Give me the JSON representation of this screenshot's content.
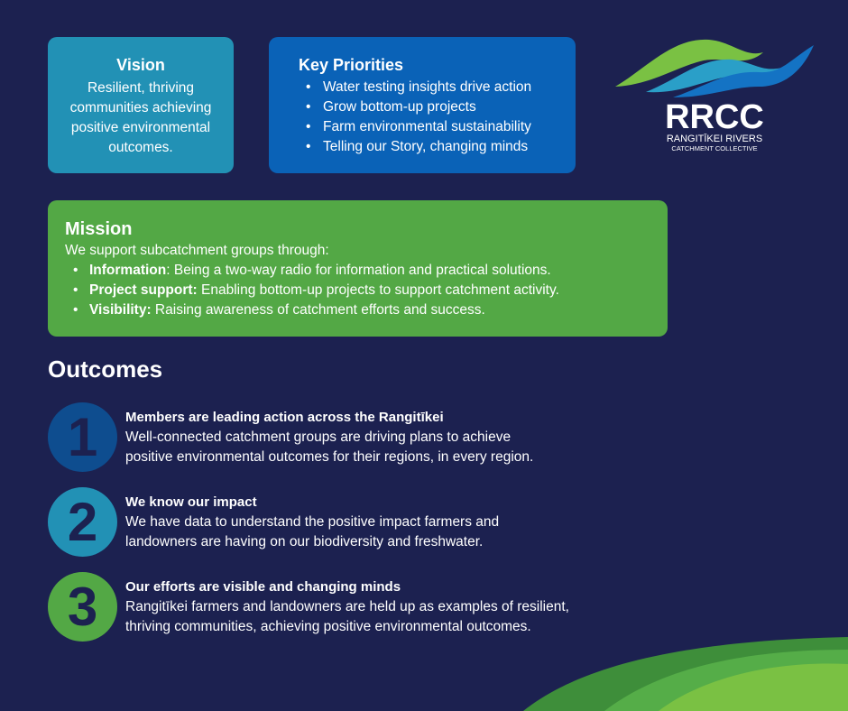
{
  "vision": {
    "title": "Vision",
    "body": "Resilient, thriving communities achieving positive environmental outcomes."
  },
  "priorities": {
    "title": "Key Priorities",
    "items": [
      "Water testing insights drive action",
      "Grow bottom-up projects",
      "Farm environmental sustainability",
      "Telling our Story, changing minds"
    ]
  },
  "mission": {
    "title": "Mission",
    "intro": "We support subcatchment groups through:",
    "items": [
      {
        "label": "Information",
        "text": ": Being a two-way radio for information and practical solutions."
      },
      {
        "label": "Project support:",
        "text": " Enabling bottom-up projects to support catchment activity."
      },
      {
        "label": "Visibility:",
        "text": " Raising awareness of catchment efforts and success."
      }
    ]
  },
  "outcomes": {
    "title": "Outcomes",
    "items": [
      {
        "number": "1",
        "color": "#0e4d8f",
        "title": "Members are leading action across the Rangitīkei",
        "desc_lines": [
          "Well-connected catchment groups are driving plans to achieve",
          "positive environmental outcomes for their regions, in every region."
        ]
      },
      {
        "number": "2",
        "color": "#2291b5",
        "title": "We know our impact",
        "desc_lines": [
          "We have data to understand the positive impact farmers and",
          "landowners are having on our biodiversity and freshwater."
        ]
      },
      {
        "number": "3",
        "color": "#53a845",
        "title": "Our efforts are visible and changing minds",
        "desc_lines": [
          "Rangitīkei farmers and landowners are held up as examples of resilient,",
          "thriving communities, achieving positive environmental outcomes."
        ]
      }
    ]
  },
  "logo": {
    "abbr": "RRCC",
    "line1": "RANGITĪKEI RIVERS",
    "line2": "CATCHMENT COLLECTIVE"
  },
  "colors": {
    "background": "#1c2150",
    "vision": "#2291b5",
    "priorities": "#0a62b7",
    "mission": "#53a845"
  }
}
